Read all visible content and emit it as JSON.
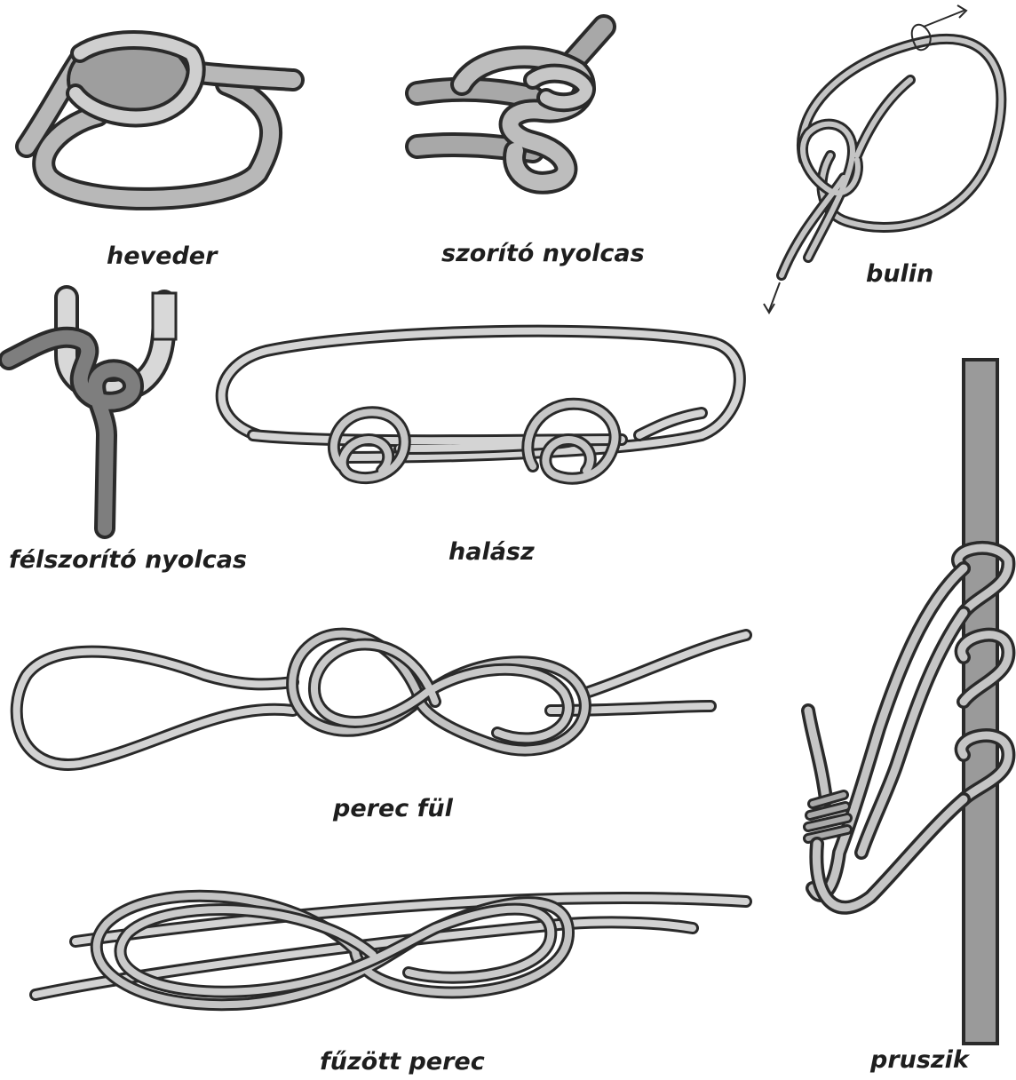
{
  "colors": {
    "background": "#ffffff",
    "rope_outline": "#2a2a2a",
    "rope_fill": "#b8b8b8",
    "pole_fill": "#9a9a9a",
    "label_text": "#1e1e1e"
  },
  "knots": [
    {
      "id": "heveder",
      "label": "heveder"
    },
    {
      "id": "szorito-nyolcas",
      "label": "szorító nyolcas"
    },
    {
      "id": "bulin",
      "label": "bulin"
    },
    {
      "id": "felszorito-nyolcas",
      "label": "félszorító nyolcas"
    },
    {
      "id": "halasz",
      "label": "halász"
    },
    {
      "id": "perec-ful",
      "label": "perec fül"
    },
    {
      "id": "fuzott-perec",
      "label": "fűzött perec"
    },
    {
      "id": "pruszik",
      "label": "pruszik"
    }
  ]
}
